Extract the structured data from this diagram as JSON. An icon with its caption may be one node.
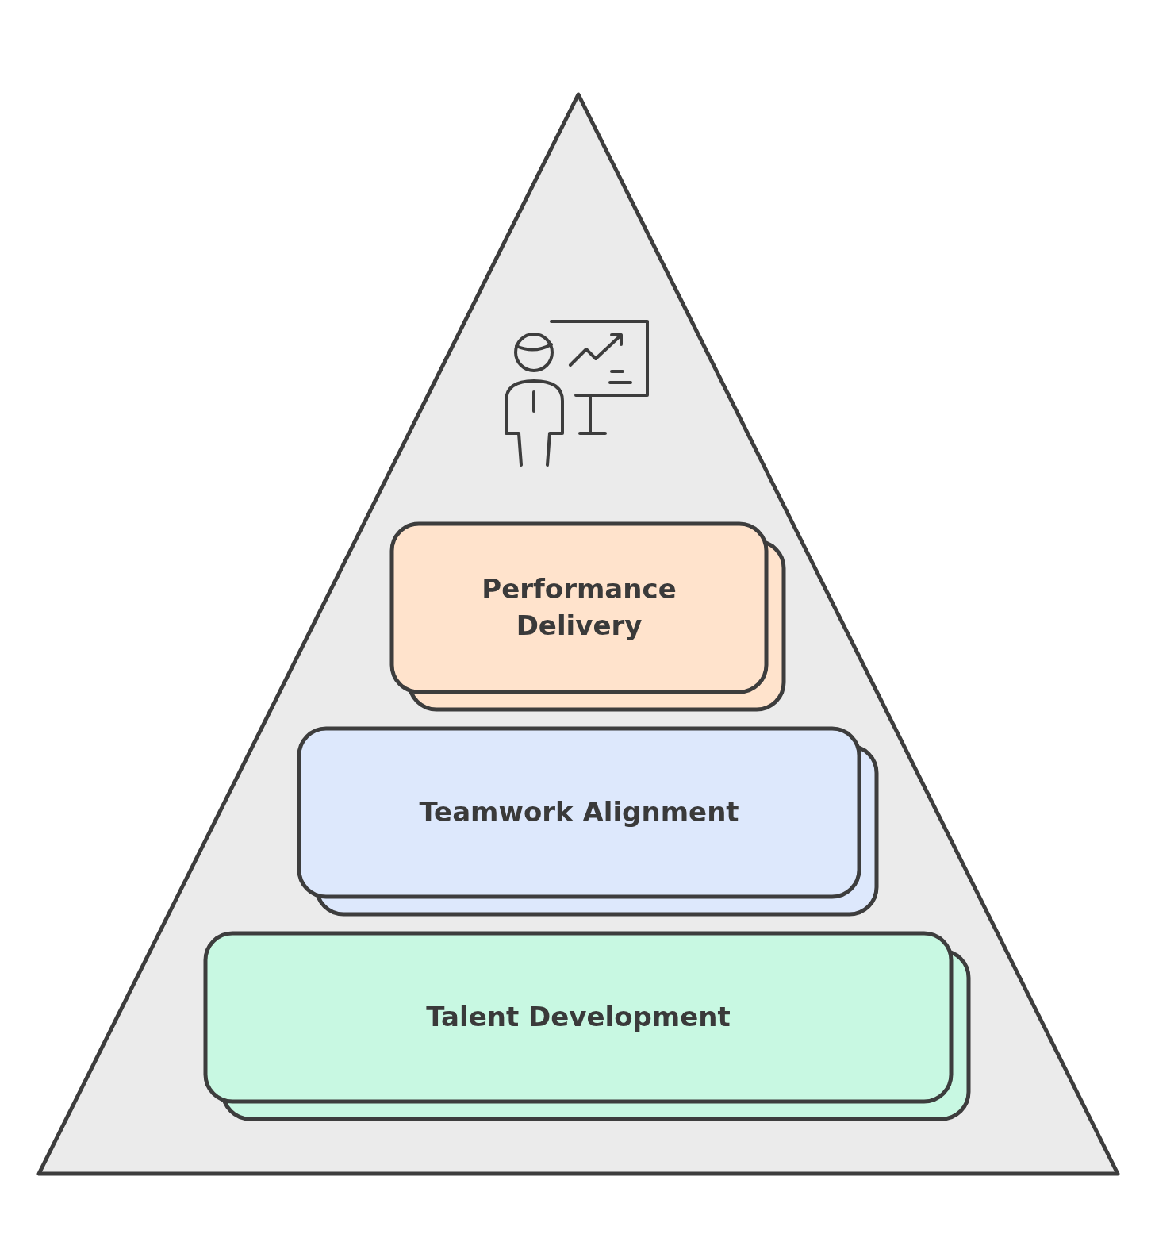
{
  "diagram": {
    "nodes": [
      {
        "text": [],
        "shape": "triangle"
      },
      {
        "text": [
          "Performance Delivery"
        ],
        "in": 0
      },
      {
        "text": [
          "Teamwork Alignment"
        ],
        "in": 0
      },
      {
        "text": [
          "Talent Development"
        ],
        "in": 0
      }
    ]
  }
}
